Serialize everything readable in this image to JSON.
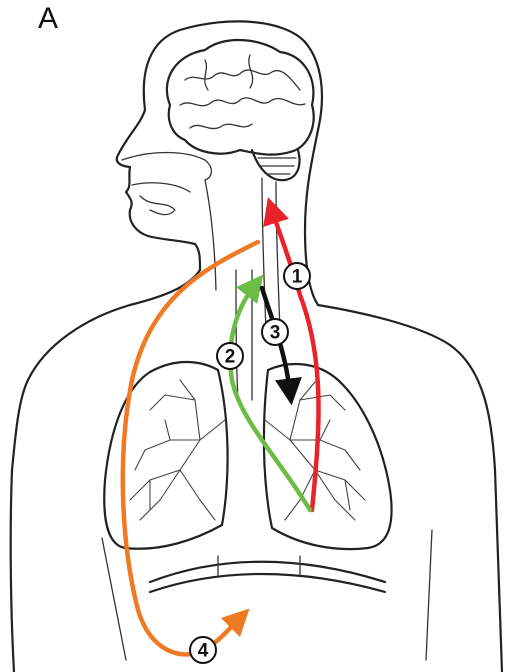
{
  "panel_label": "A",
  "pathways": [
    {
      "number": "1",
      "color": "#e8242a"
    },
    {
      "number": "2",
      "color": "#6cbd45"
    },
    {
      "number": "3",
      "color": "#111111"
    },
    {
      "number": "4",
      "color": "#f07a23"
    }
  ],
  "icons": [
    "brain-icon",
    "lungs-icon",
    "diaphragm-icon"
  ]
}
